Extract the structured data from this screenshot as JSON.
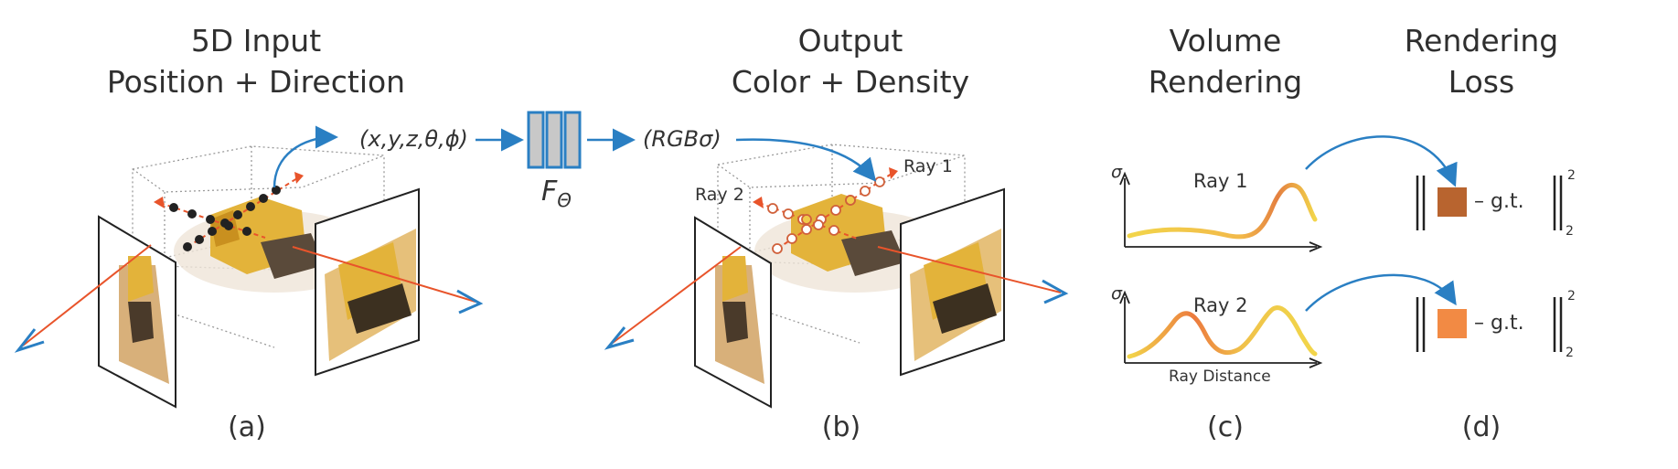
{
  "panels": {
    "a": {
      "title_line1": "5D Input",
      "title_line2": "Position + Direction",
      "caption": "(a)"
    },
    "b": {
      "title_line1": "Output",
      "title_line2": "Color + Density",
      "caption": "(b)"
    },
    "c": {
      "title_line1": "Volume",
      "title_line2": "Rendering",
      "caption": "(c)"
    },
    "d": {
      "title_line1": "Rendering",
      "title_line2": "Loss",
      "caption": "(d)"
    }
  },
  "network": {
    "input": "(x,y,z,θ,ϕ)",
    "output": "(RGBσ)",
    "label": "F",
    "label_sub": "Θ"
  },
  "rays": {
    "ray1": "Ray 1",
    "ray2": "Ray 2"
  },
  "plots": {
    "y_symbol": "σ",
    "x_label": "Ray Distance",
    "ray1_label": "Ray 1",
    "ray2_label": "Ray 2"
  },
  "loss": {
    "gt_label": "– g.t.",
    "exponent": "2",
    "subscript": "2"
  },
  "colors": {
    "arrow": "#2a7fc3",
    "ray": "#e8542b",
    "swatch1": "#b8642f",
    "swatch2": "#f28a44"
  }
}
